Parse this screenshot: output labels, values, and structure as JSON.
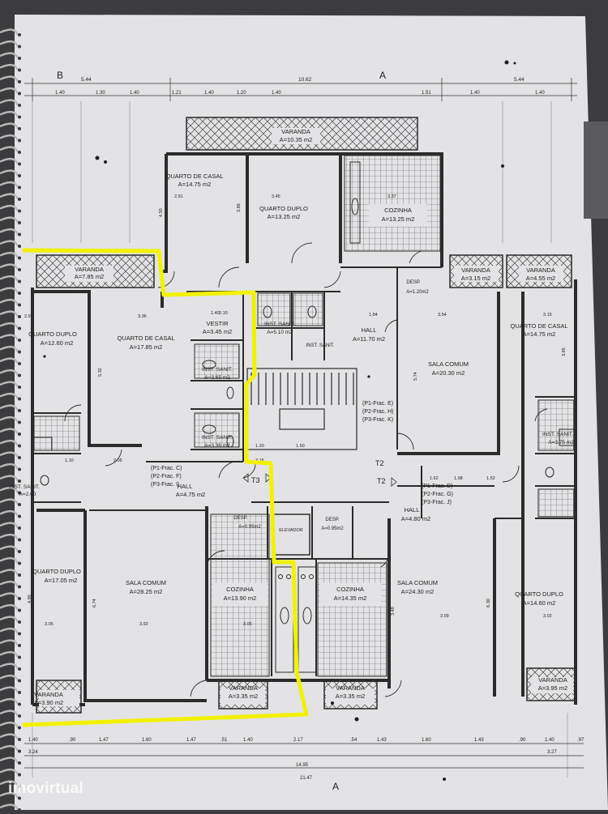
{
  "watermark": "imovirtual",
  "colors": {
    "paper": "#e3e3e5",
    "line": "#2b2b2b",
    "highlight": "#f2f200",
    "background": "#3c3c3e"
  },
  "top_dimensions": {
    "overall": [
      "5.44",
      "10.62",
      "5.44"
    ],
    "segments": [
      "1.40",
      "1.30",
      "1.40",
      "1.21",
      "1.40",
      "1.20",
      "1.40",
      "1.51",
      "1.40",
      "1.40"
    ]
  },
  "bottom_dimensions": {
    "segments": [
      "1.40",
      ".90",
      "1.47",
      "1.60",
      "1.47",
      ".51",
      "1.40",
      "2.17",
      ".54",
      "1.43",
      "1.60",
      "1.43",
      ".90",
      "1.40",
      ".97"
    ],
    "subtotals": [
      "3.24",
      "14.95",
      "3.27"
    ],
    "overall": "21.47"
  },
  "section_marks": {
    "left": "B",
    "center": "A"
  },
  "rooms": {
    "varanda_top": {
      "name": "VARANDA",
      "area": "A=10.35 m2"
    },
    "quarto_casal_top": {
      "name": "QUARTO DE CASAL",
      "area": "A=14.75 m2"
    },
    "quarto_duplo_top": {
      "name": "QUARTO DUPLO",
      "area": "A=13.25 m2"
    },
    "cozinha_top": {
      "name": "COZINHA",
      "area": "A=13.25 m2"
    },
    "varanda_left_top": {
      "name": "VARANDA",
      "area": "A=7.85 m2"
    },
    "varanda_right_a": {
      "name": "VARANDA",
      "area": "A=3.15 m2"
    },
    "varanda_right_b": {
      "name": "VARANDA",
      "area": "A=4.55 m2"
    },
    "despensa_top": {
      "name": "DESP.",
      "area": "A=1.20m2"
    },
    "quarto_duplo_left": {
      "name": "QUARTO DUPLO",
      "area": "A=12.60 m2"
    },
    "quarto_casal_mid": {
      "name": "QUARTO DE CASAL",
      "area": "A=17.85 m2"
    },
    "vestir": {
      "name": "VESTIR",
      "area": "A=3.45 m2"
    },
    "inst_sanit_a": {
      "name": "INST. SANIT.",
      "area": "A=5.10 m2"
    },
    "inst_sanit_b": {
      "name": "INST. SANIT.",
      "area": "A=3.65 m2"
    },
    "inst_sanit_c": {
      "name": "INST. SANIT.",
      "area": "A=3.36 m2"
    },
    "inst_sanit_d": {
      "name": "INST. SANIT.",
      "area": ""
    },
    "hall_top": {
      "name": "HALL",
      "area": "A=11.70 m2"
    },
    "sala_comum_top": {
      "name": "SALA COMUM",
      "area": "A=20.30 m2"
    },
    "quarto_casal_right": {
      "name": "QUARTO DE CASAL",
      "area": "A=14.75 m2"
    },
    "inst_sanit_right": {
      "name": "INST. SANIT.",
      "area": "A=3.75 m2"
    },
    "inst_sanit_left_edge": {
      "name": "INST. SANIT.",
      "area": "A=2.60"
    },
    "hall_left": {
      "name": "HALL",
      "area": "A=4.75 m2"
    },
    "hall_right": {
      "name": "HALL",
      "area": "A=4.80 m2"
    },
    "desp_left": {
      "name": "DESP.",
      "area": "A=0.95m2"
    },
    "desp_right": {
      "name": "DESP.",
      "area": "A=0.95m2"
    },
    "elevador": {
      "name": "ELEVADOR"
    },
    "quarto_duplo_bl": {
      "name": "QUARTO DUPLO",
      "area": "A=17.05 m2"
    },
    "sala_comum_left": {
      "name": "SALA COMUM",
      "area": "A=28.25 m2"
    },
    "cozinha_left": {
      "name": "COZINHA",
      "area": "A=13.90 m2"
    },
    "cozinha_right": {
      "name": "COZINHA",
      "area": "A=14.35 m2"
    },
    "sala_comum_right": {
      "name": "SALA COMUM",
      "area": "A=24.30 m2"
    },
    "quarto_duplo_br": {
      "name": "QUARTO DUPLO",
      "area": "A=14.60 m2"
    },
    "varanda_bl": {
      "name": "VARANDA",
      "area": "A=3.90 m2"
    },
    "varanda_bc1": {
      "name": "VARANDA",
      "area": "A=3.35 m2"
    },
    "varanda_bc2": {
      "name": "VARANDA",
      "area": "A=3.35 m2"
    },
    "varanda_br": {
      "name": "VARANDA",
      "area": "A=3.95 m2"
    }
  },
  "fractions": {
    "top": [
      "(P1-Frac. E)",
      "(P2-Frac. H)",
      "(P3-Frac. K)"
    ],
    "left": [
      "(P1-Frac. C)",
      "(P2-Frac. F)",
      "(P3-Frac. I)"
    ],
    "right": [
      "(P1-Frac. D)",
      "(P2-Frac. G)",
      "(P3-Frac. J)"
    ]
  },
  "typology": {
    "t3": "T3",
    "t2a": "T2",
    "t2b": "T2"
  },
  "inner_dims": [
    "2.91",
    "3.45",
    "3.37",
    "1.40",
    "3.54",
    "3.15",
    "3.36",
    "2.10",
    "1.84",
    "4.50",
    "3.86",
    "5.32",
    "5.74",
    "3.85",
    "6.74",
    "4.90",
    "6.30",
    "3.92",
    "3.05",
    "3.05",
    "3.09",
    "3.02",
    "3.48",
    "2.91",
    "1.10",
    "2.05",
    "1.20",
    "1.50",
    "3.16",
    "1.98",
    "1.52",
    "1.62"
  ]
}
